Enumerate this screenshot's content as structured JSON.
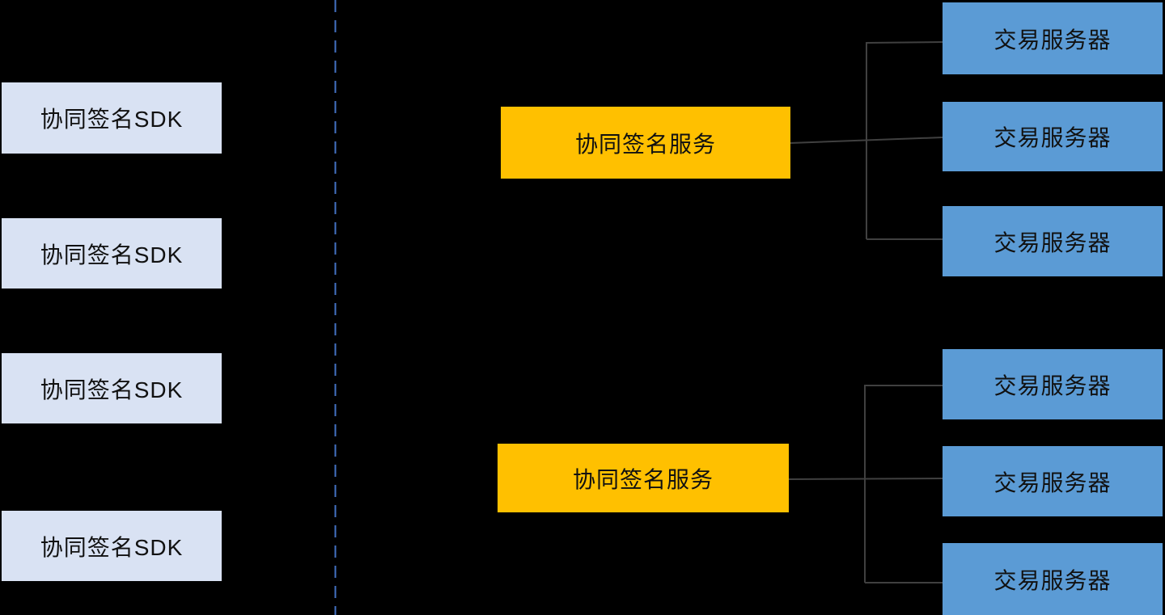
{
  "diagram": {
    "background_color": "#000000",
    "divider_color": "#4472C4",
    "connector_color": "#404040",
    "sdk_fill": "#D9E2F3",
    "service_fill": "#FFC000",
    "server_fill": "#5B9BD5",
    "text_color": "#111111",
    "sdk_nodes": [
      {
        "label": "协同签名SDK"
      },
      {
        "label": "协同签名SDK"
      },
      {
        "label": "协同签名SDK"
      },
      {
        "label": "协同签名SDK"
      }
    ],
    "service_nodes": [
      {
        "label": "协同签名服务"
      },
      {
        "label": "协同签名服务"
      }
    ],
    "server_nodes": [
      {
        "label": "交易服务器"
      },
      {
        "label": "交易服务器"
      },
      {
        "label": "交易服务器"
      },
      {
        "label": "交易服务器"
      },
      {
        "label": "交易服务器"
      },
      {
        "label": "交易服务器"
      }
    ]
  }
}
